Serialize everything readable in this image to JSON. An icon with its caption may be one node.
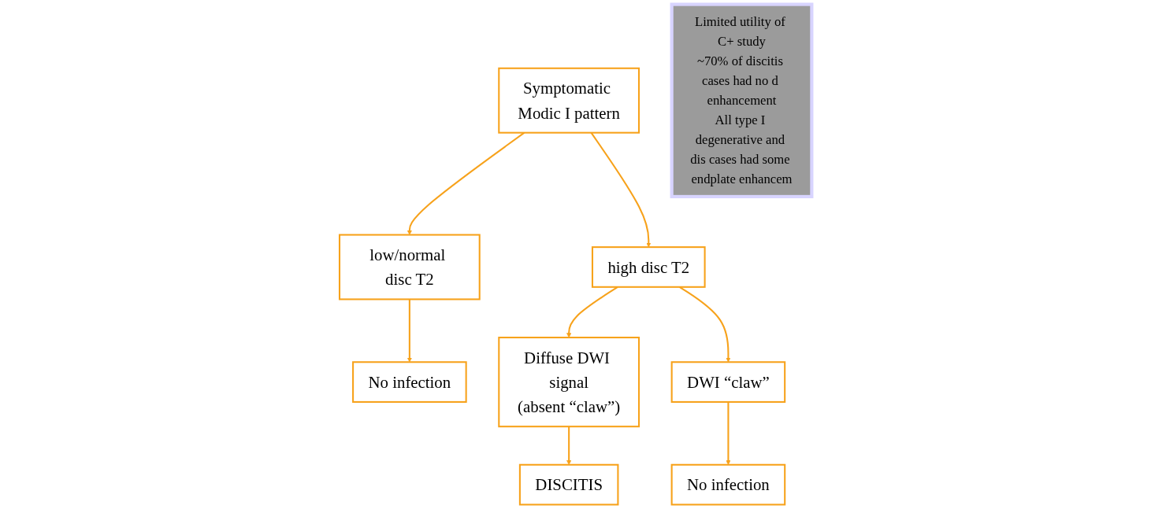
{
  "diagram": {
    "nodes": [
      {
        "text": [
          "Symptomatic Modic I pattern"
        ]
      },
      {
        "text": [
          "high disc T2"
        ]
      },
      {
        "text": [
          "low/normal disc T2"
        ]
      },
      {
        "text": [
          "No infection"
        ]
      },
      {
        "text": [
          "Diffuse DWI signal",
          "(absent “claw”)"
        ]
      },
      {
        "text": [
          "DWI “claw”"
        ]
      },
      {
        "text": [
          "DISCITIS"
        ]
      },
      {
        "text": [
          "No infection"
        ]
      },
      {
        "text": [
          "Limited utility of C+ study",
          "~70% of discitis cases had no d enhancement",
          "All type I degenerative and dis cases had some endplate enhancem"
        ]
      }
    ],
    "edges": [
      {
        "from": 0,
        "to": 1,
        "arrow": "to"
      },
      {
        "from": 0,
        "to": 2,
        "arrow": "to"
      },
      {
        "from": 2,
        "to": 3,
        "arrow": "to"
      },
      {
        "from": 1,
        "to": 4,
        "arrow": "to"
      },
      {
        "from": 1,
        "to": 5,
        "arrow": "to"
      },
      {
        "from": 4,
        "to": 6,
        "arrow": "to"
      },
      {
        "from": 5,
        "to": 7,
        "arrow": "to"
      }
    ]
  }
}
